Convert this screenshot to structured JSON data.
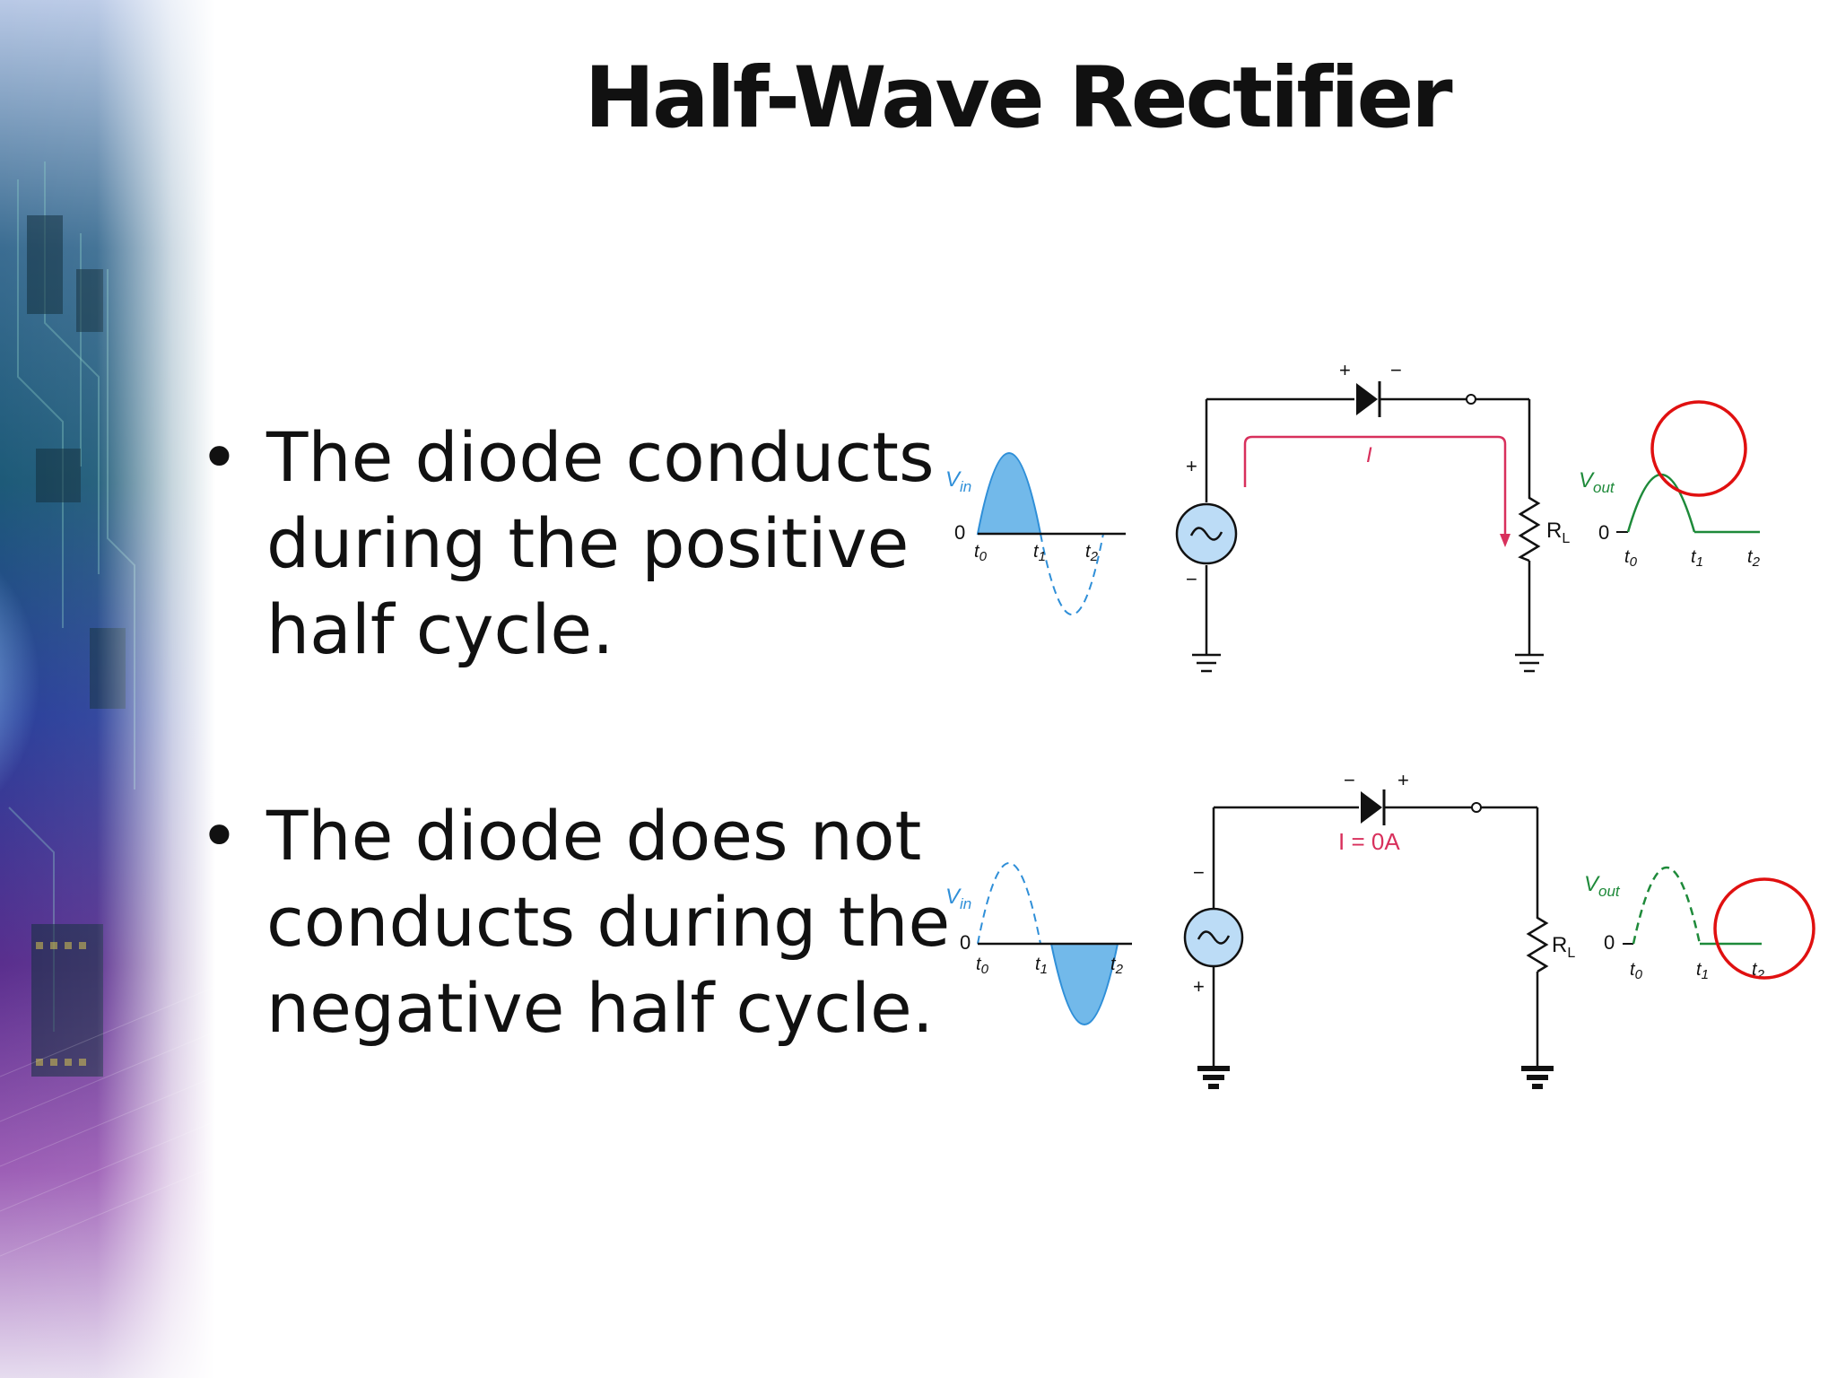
{
  "slide": {
    "title": "Half-Wave Rectifier",
    "bullets": [
      {
        "lines": [
          "The diode conducts",
          "during the positive",
          "half cycle."
        ]
      },
      {
        "lines": [
          "The diode does not",
          "conducts during the",
          "negative half cycle."
        ]
      }
    ]
  },
  "diagram_positive": {
    "vin_label": "V",
    "vin_sub": "in",
    "zero_in": "0",
    "t0": "t",
    "t0_sub": "0",
    "t1": "t",
    "t1_sub": "1",
    "t2": "t",
    "t2_sub": "2",
    "source_plus": "+",
    "source_minus": "−",
    "diode_plus": "+",
    "diode_minus": "−",
    "current_label": "I",
    "load_label": "R",
    "load_sub": "L",
    "vout_label": "V",
    "vout_sub": "out",
    "zero_out": "0",
    "out_t0": "t",
    "out_t0_sub": "0",
    "out_t1": "t",
    "out_t1_sub": "1",
    "out_t2": "t",
    "out_t2_sub": "2"
  },
  "diagram_negative": {
    "vin_label": "V",
    "vin_sub": "in",
    "zero_in": "0",
    "t0": "t",
    "t0_sub": "0",
    "t1": "t",
    "t1_sub": "1",
    "t2": "t",
    "t2_sub": "2",
    "source_plus": "+",
    "source_minus": "−",
    "diode_plus": "+",
    "diode_minus": "−",
    "current_label": "I = 0A",
    "load_label": "R",
    "load_sub": "L",
    "vout_label": "V",
    "vout_sub": "out",
    "zero_out": "0",
    "out_t0": "t",
    "out_t0_sub": "0",
    "out_t1": "t",
    "out_t1_sub": "1",
    "out_t2": "t",
    "out_t2_sub": "2"
  },
  "colors": {
    "input_wave": "#2f8fd8",
    "input_fill": "#72b9ea",
    "output_wave": "#1e8a3a",
    "current": "#d8305c",
    "highlight_circle": "#e01010",
    "wire": "#111111",
    "source_fill": "#bcdcf6"
  },
  "icons": {
    "bullet": "bullet-dot",
    "source": "ac-source-icon",
    "diode": "diode-icon",
    "resistor": "resistor-icon",
    "ground": "ground-icon"
  }
}
